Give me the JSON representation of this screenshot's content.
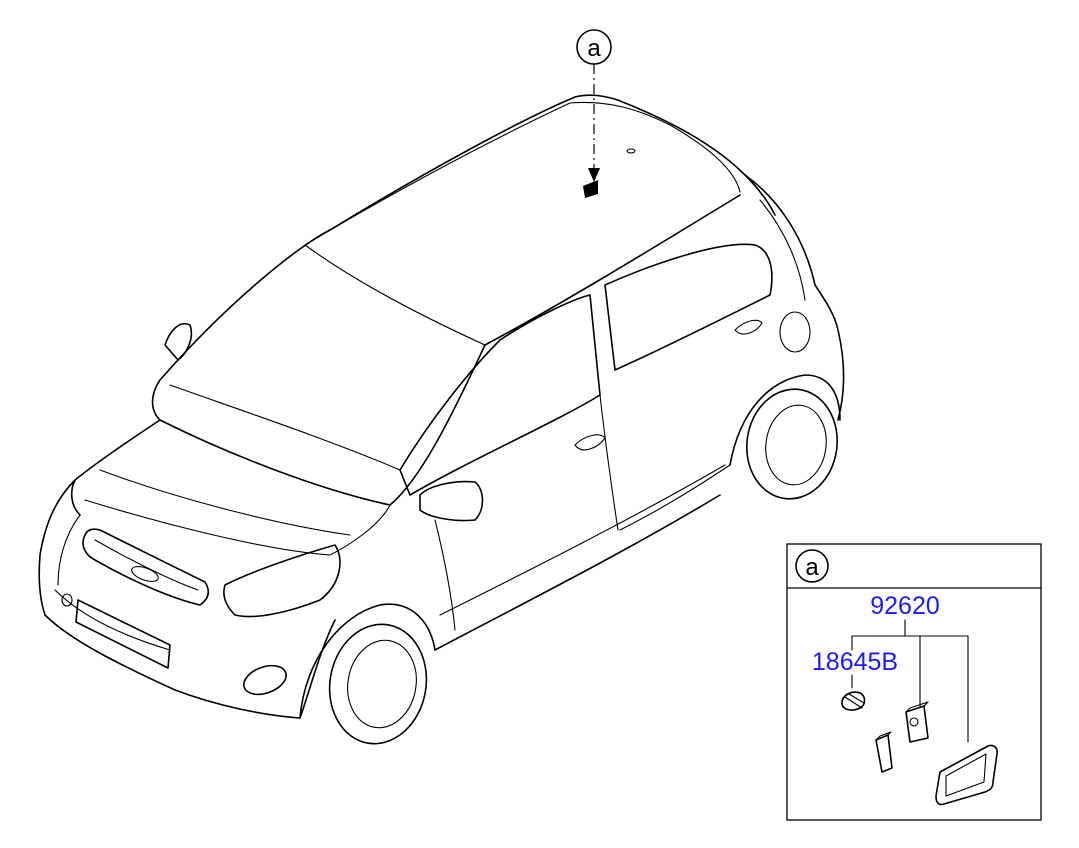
{
  "callout": {
    "main_label": "a",
    "inset_label": "a"
  },
  "inset": {
    "parts": [
      {
        "number": "92620",
        "color": "#1a1aff"
      },
      {
        "number": "18645B",
        "color": "#1a1aff"
      }
    ]
  }
}
